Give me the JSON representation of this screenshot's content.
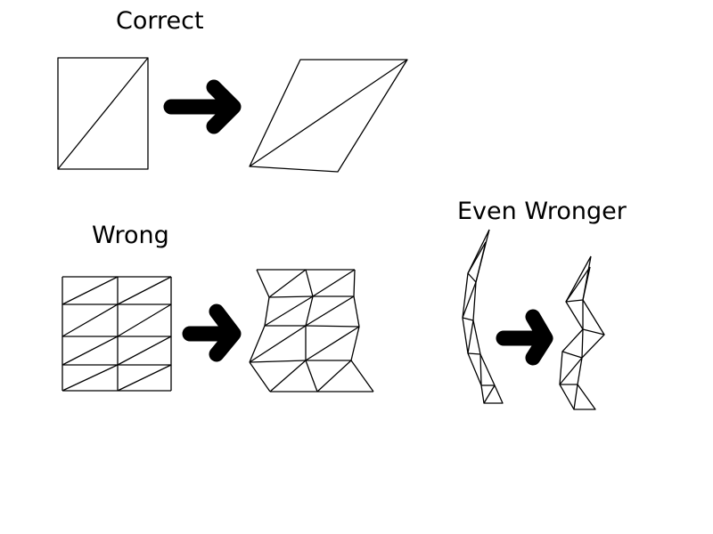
{
  "labels": {
    "correct": "Correct",
    "wrong": "Wrong",
    "even_wronger": "Even Wronger"
  },
  "colors": {
    "ink": "#000000",
    "background": "#ffffff"
  }
}
